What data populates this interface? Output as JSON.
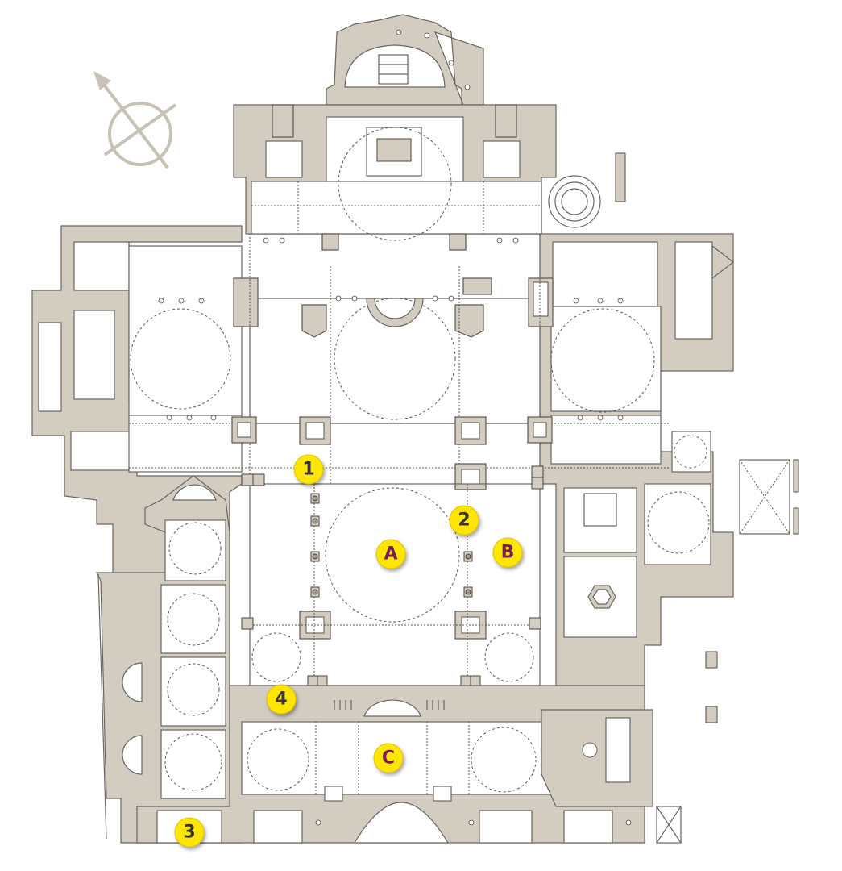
{
  "markers": [
    {
      "id": "m1",
      "label": "1",
      "kind": "number"
    },
    {
      "id": "m2",
      "label": "2",
      "kind": "number"
    },
    {
      "id": "m3",
      "label": "3",
      "kind": "number"
    },
    {
      "id": "m4",
      "label": "4",
      "kind": "number"
    },
    {
      "id": "mA",
      "label": "A",
      "kind": "letter"
    },
    {
      "id": "mB",
      "label": "B",
      "kind": "letter"
    },
    {
      "id": "mC",
      "label": "C",
      "kind": "letter"
    }
  ],
  "colors": {
    "wall_fill": "#d2ccc1",
    "wall_stroke": "#6a6560",
    "marker_fill": "#ffe600",
    "number_text": "#3a3432",
    "letter_text": "#7a1f52",
    "compass": "#c8c1b6"
  },
  "icons": {
    "compass": "north-arrow-compass-icon"
  }
}
